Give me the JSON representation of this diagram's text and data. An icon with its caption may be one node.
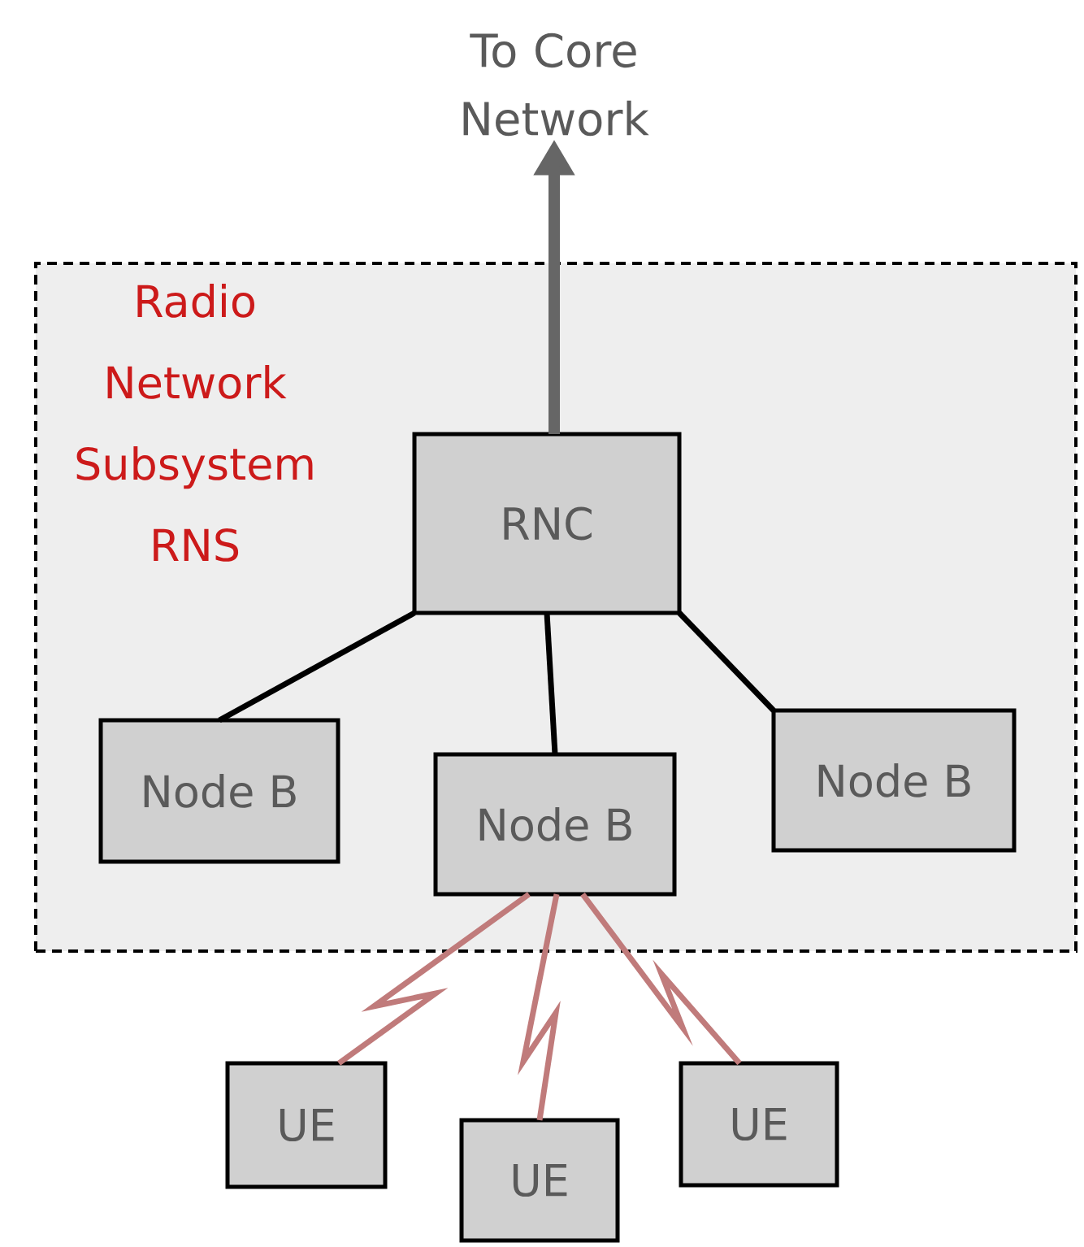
{
  "diagram": {
    "nodes": [
      {
        "text": [
          "To Core Network"
        ]
      },
      {
        "text": [
          "Radio Network Subsystem RNS"
        ]
      },
      {
        "text": [
          "RNC"
        ],
        "in": 1
      },
      {
        "text": [
          "Node B"
        ],
        "in": 1
      },
      {
        "text": [
          "Node B"
        ],
        "in": 1
      },
      {
        "text": [
          "Node B"
        ],
        "in": 1
      },
      {
        "text": [
          "UE"
        ]
      },
      {
        "text": [
          "UE"
        ]
      },
      {
        "text": [
          "UE"
        ]
      }
    ],
    "edges": [
      {
        "from": 2,
        "to": 0,
        "arrow": "to",
        "style": "thick",
        "color": "#666666"
      },
      {
        "from": 2,
        "to": 3,
        "arrow": "none"
      },
      {
        "from": 2,
        "to": 4,
        "arrow": "none"
      },
      {
        "from": 2,
        "to": 5,
        "arrow": "none"
      },
      {
        "from": 4,
        "to": 6,
        "arrow": "none",
        "color": "#c07b7b"
      },
      {
        "from": 4,
        "to": 7,
        "arrow": "none",
        "color": "#c07b7b"
      },
      {
        "from": 4,
        "to": 8,
        "arrow": "none",
        "color": "#c07b7b"
      }
    ]
  }
}
